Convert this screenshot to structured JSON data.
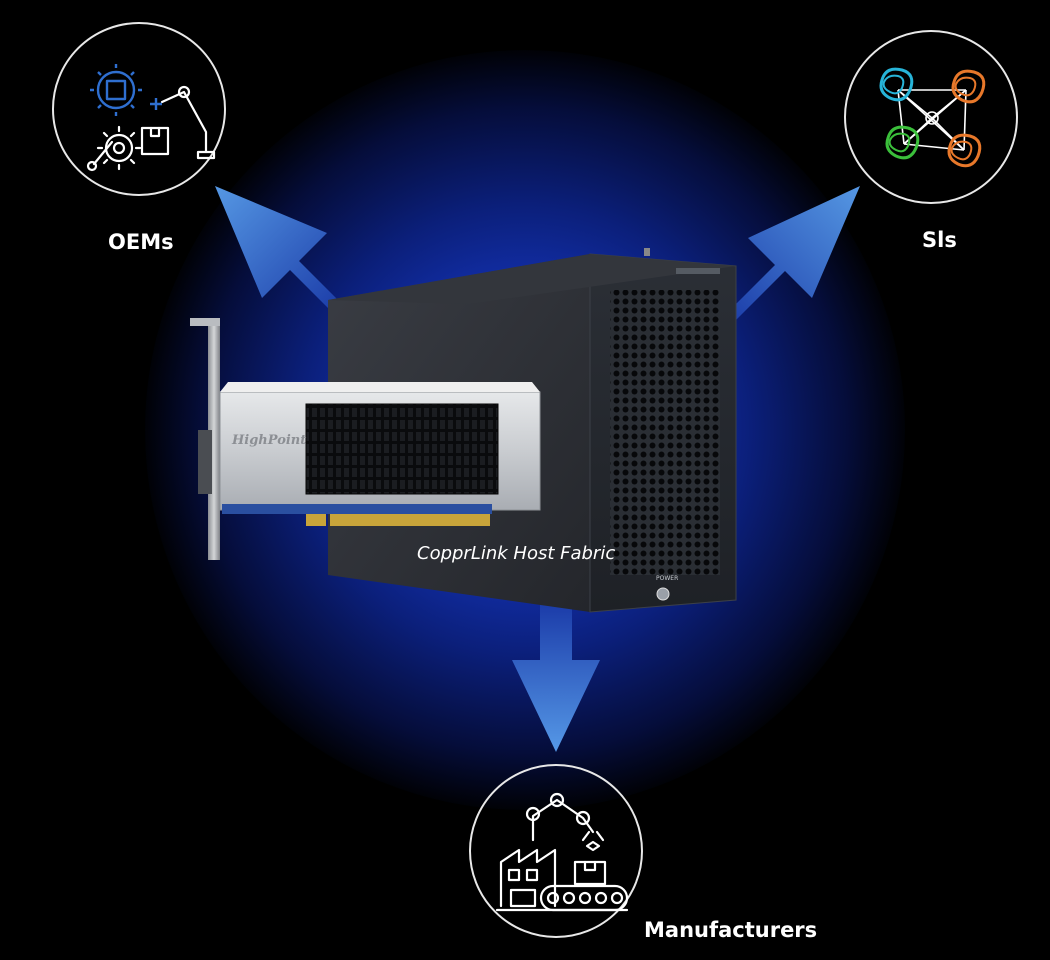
{
  "nodes": {
    "oems": {
      "label": "OEMs"
    },
    "sis": {
      "label": "Sls"
    },
    "manufacturers": {
      "label": "Manufacturers"
    }
  },
  "hub": {
    "label": "CopprLink Host Fabric",
    "card_brand": "HighPoint",
    "enclosure_power_label": "POWER"
  },
  "colors": {
    "background": "#000000",
    "glow": "#1b3fd6",
    "arrow": "#3a78e0",
    "icon_stroke": "#ffffff",
    "icon_accent": "#2f6fd0",
    "node_cyan": "#27b4d8",
    "node_orange": "#e8782a",
    "node_green": "#3bbf3b"
  },
  "icons": [
    "factory-automation-icon",
    "network-graph-icon",
    "manufacturing-line-icon"
  ]
}
